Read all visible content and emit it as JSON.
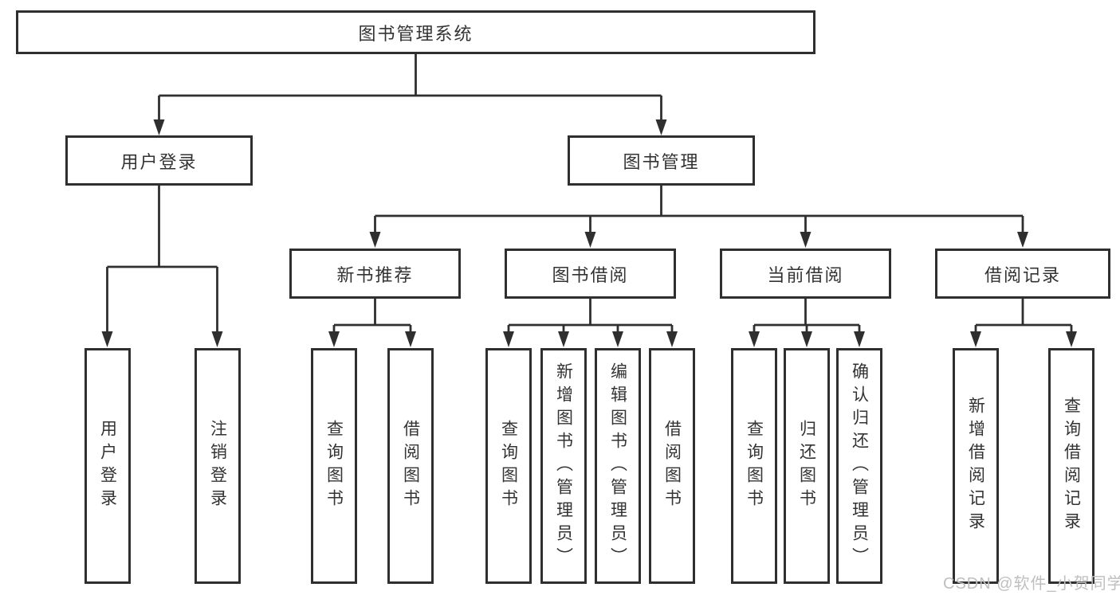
{
  "diagram_title": "图书管理系统",
  "nodes": {
    "root": "图书管理系统",
    "user_login": "用户登录",
    "book_mgmt": "图书管理",
    "new_book_rec": "新书推荐",
    "book_borrow": "图书借阅",
    "current_borrow": "当前借阅",
    "borrow_record": "借阅记录",
    "login": "用户登录",
    "logout": "注销登录",
    "rec_query": "查询图书",
    "rec_borrow": "借阅图书",
    "bb_query": "查询图书",
    "bb_add": "新增图书（管理员）",
    "bb_edit": "编辑图书（管理员）",
    "bb_borrow": "借阅图书",
    "cb_query": "查询图书",
    "cb_return": "归还图书",
    "cb_confirm": "确认归还（管理员）",
    "br_add": "新增借阅记录",
    "br_query": "查询借阅记录"
  },
  "watermark": "CSDN @软件_小贺同学",
  "colors": {
    "line": "#2f2f2f",
    "text": "#333333",
    "watermark": "#bfbfbf",
    "background": "#ffffff"
  }
}
